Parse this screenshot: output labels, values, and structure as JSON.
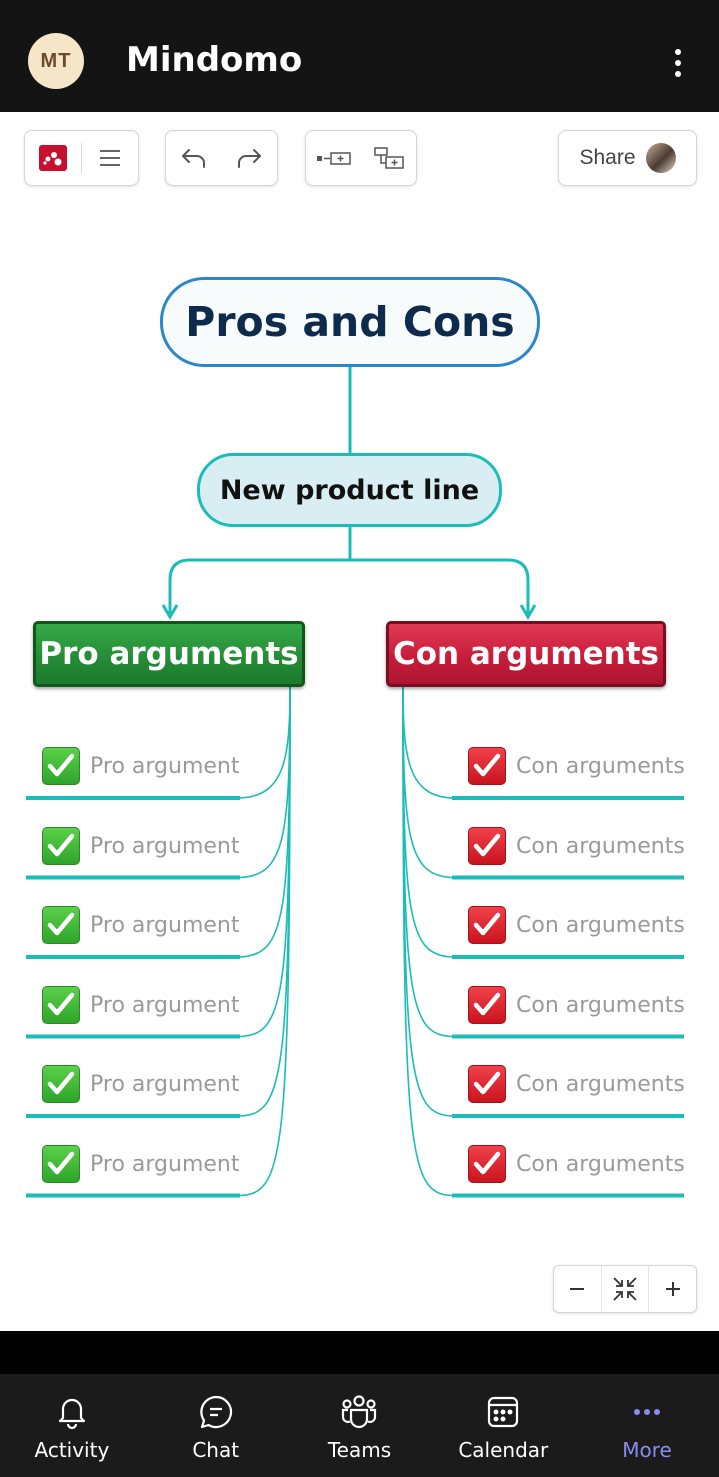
{
  "app_bar": {
    "avatar_initials": "MT",
    "title": "Mindomo",
    "more_icon": "more-vertical-icon"
  },
  "toolbar": {
    "groups": [
      [
        "mindomo-logo-icon",
        "menu-icon"
      ],
      [
        "undo-icon",
        "redo-icon"
      ],
      [
        "add-sibling-topic-icon",
        "add-subtopic-icon"
      ]
    ],
    "share_label": "Share"
  },
  "mind_map": {
    "root": "Pros and Cons",
    "central": "New product line",
    "pro_branch": {
      "label": "Pro arguments",
      "color": "#258d37",
      "items": [
        "Pro argument",
        "Pro argument",
        "Pro argument",
        "Pro argument",
        "Pro argument",
        "Pro argument"
      ]
    },
    "con_branch": {
      "label": "Con arguments",
      "color": "#c81d3a",
      "items": [
        "Con arguments",
        "Con arguments",
        "Con arguments",
        "Con arguments",
        "Con arguments",
        "Con arguments"
      ]
    },
    "connector_color": "#1bbdb8"
  },
  "zoom_controls": {
    "zoom_out": "−",
    "fit_icon": "fit-to-screen-icon",
    "zoom_in": "+"
  },
  "bottom_nav": {
    "items": [
      {
        "label": "Activity",
        "icon": "bell-icon"
      },
      {
        "label": "Chat",
        "icon": "chat-bubble-icon"
      },
      {
        "label": "Teams",
        "icon": "teams-icon"
      },
      {
        "label": "Calendar",
        "icon": "calendar-icon"
      },
      {
        "label": "More",
        "icon": "more-horizontal-icon"
      }
    ],
    "active_index": 4,
    "active_color": "#8b8cf0"
  }
}
